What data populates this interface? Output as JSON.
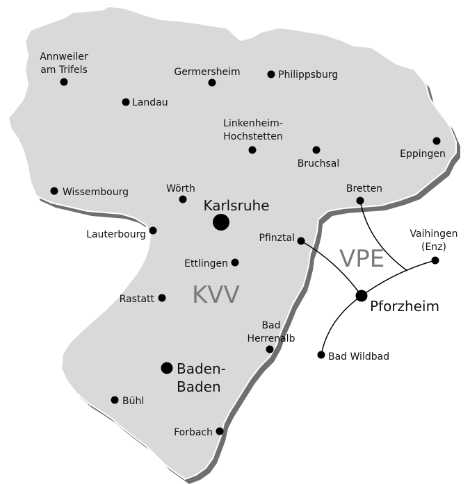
{
  "colors": {
    "region_fill": "#d9d9d9",
    "region_shadow": "#6f6f6f",
    "region_outline": "#ffffff",
    "marker": "#000000",
    "connection": "#000000",
    "label": "#111111",
    "region_label": "#7a7a7a"
  },
  "regions": {
    "kvv": "KVV",
    "vpe": "VPE"
  },
  "cities": {
    "annweiler": "Annweiler\nam Trifels",
    "landau": "Landau",
    "germersheim": "Germersheim",
    "philippsburg": "Philippsburg",
    "linkenheim": "Linkenheim-\nHochstetten",
    "bruchsal": "Bruchsal",
    "eppingen": "Eppingen",
    "wissembourg": "Wissembourg",
    "woerth": "Wörth",
    "karlsruhe": "Karlsruhe",
    "bretten": "Bretten",
    "lauterbourg": "Lauterbourg",
    "pfinztal": "Pfinztal",
    "vaihingen": "Vaihingen\n(Enz)",
    "ettlingen": "Ettlingen",
    "rastatt": "Rastatt",
    "pforzheim": "Pforzheim",
    "bad_herrenalb": "Bad\nHerrenalb",
    "bad_wildbad": "Bad Wildbad",
    "baden_baden": "Baden-\nBaden",
    "buehl": "Bühl",
    "forbach": "Forbach"
  }
}
